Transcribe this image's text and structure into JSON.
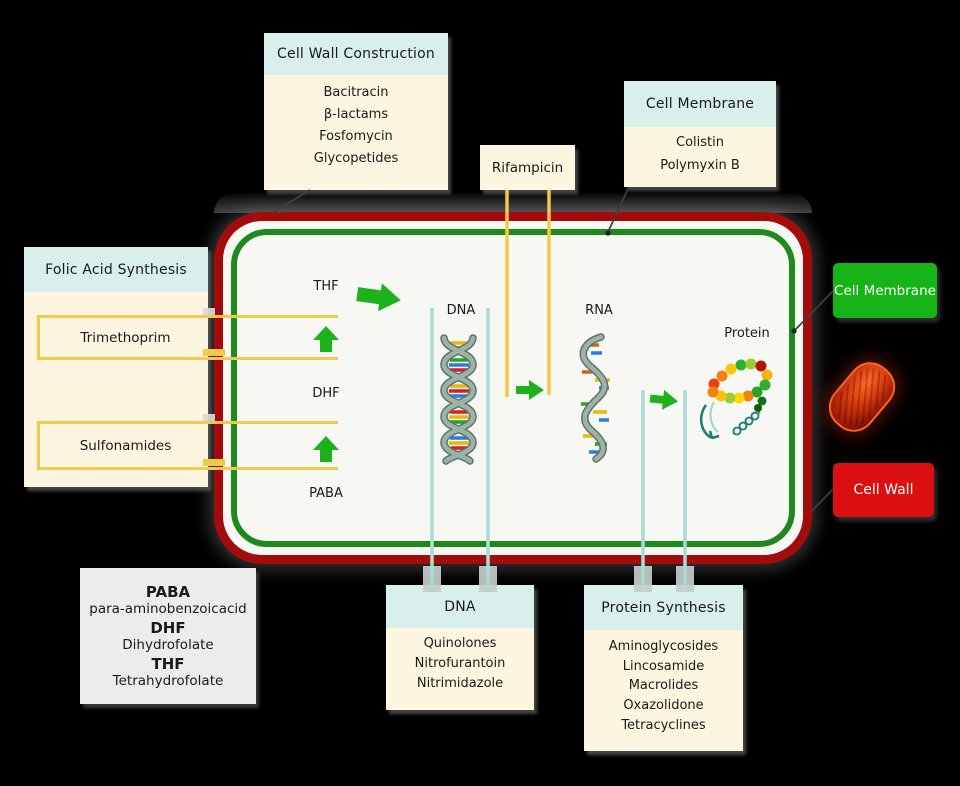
{
  "boxes": {
    "cell_wall_construction": {
      "title": "Cell Wall Construction",
      "items": [
        "Bacitracin",
        "β-lactams",
        "Fosfomycin",
        "Glycopetides"
      ]
    },
    "rifampicin": {
      "label": "Rifampicin"
    },
    "cell_membrane_top": {
      "title": "Cell Membrane",
      "items": [
        "Colistin",
        "Polymyxin B"
      ]
    },
    "folic_acid_synthesis": {
      "title": "Folic Acid Synthesis",
      "inhibitor_1": "Trimethoprim",
      "inhibitor_2": "Sulfonamides"
    },
    "dna_targets": {
      "title": "DNA",
      "items": [
        "Quinolones",
        "Nitrofurantoin",
        "Nitrimidazole"
      ]
    },
    "protein_synthesis": {
      "title": "Protein Synthesis",
      "items": [
        "Aminoglycosides",
        "Lincosamide",
        "Macrolides",
        "Oxazolidone",
        "Tetracyclines"
      ]
    }
  },
  "cell_labels": {
    "thf": "THF",
    "dhf": "DHF",
    "paba": "PABA",
    "dna": "DNA",
    "rna": "RNA",
    "protein": "Protein"
  },
  "side_labels": {
    "cell_membrane": "Cell Membrane",
    "cell_wall": "Cell Wall"
  },
  "legend": {
    "entries": [
      {
        "abbr": "PABA",
        "name": "para-aminobenzoicacid"
      },
      {
        "abbr": "DHF",
        "name": "Dihydrofolate"
      },
      {
        "abbr": "THF",
        "name": "Tetrahydrofolate"
      }
    ]
  },
  "colors": {
    "header_teal": "#d8efeb",
    "body_cream": "#fcf6e0",
    "inhibition_yellow": "#f3c94b",
    "arrow_green": "#1cb21c",
    "cell_wall_red": "#a30c0c",
    "cell_membrane_green": "#1e8a1e",
    "target_line_teal": "#abdcd3",
    "membrane_tag_green": "#17b417",
    "wall_tag_red": "#dc1010",
    "legend_grey": "#ececec"
  }
}
